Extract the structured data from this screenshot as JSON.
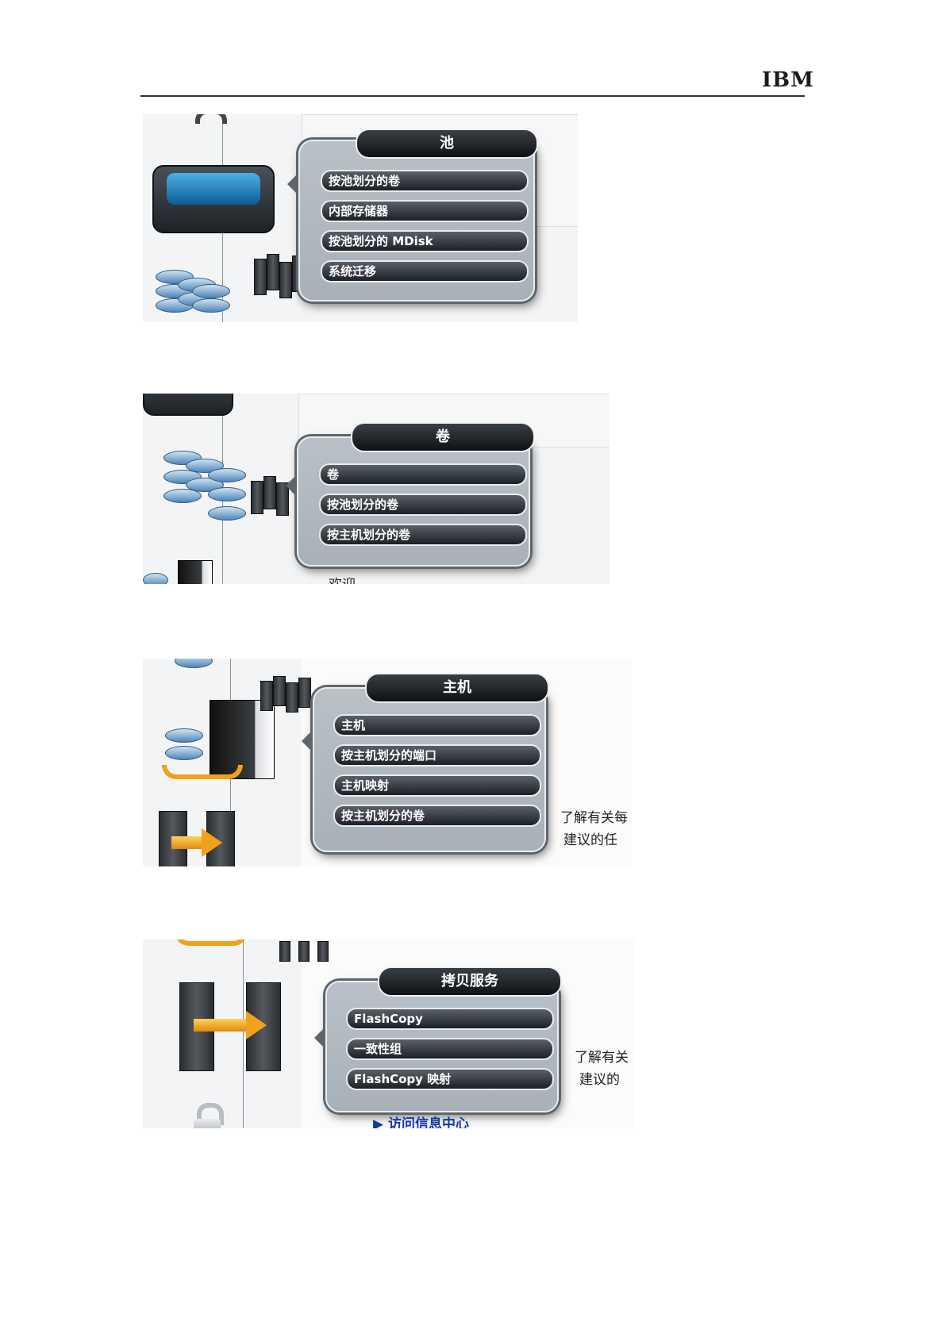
{
  "header": {
    "logo": "IBM"
  },
  "panels": [
    {
      "title": "池",
      "items": [
        "按池划分的卷",
        "内部存储器",
        "按池划分的 MDisk",
        "系统迁移"
      ],
      "icons": [
        "storage-enclosure-icon",
        "database-stack-icon",
        "server-rack-icon"
      ]
    },
    {
      "title": "卷",
      "items": [
        "卷",
        "按池划分的卷",
        "按主机划分的卷"
      ],
      "background_text": "欢迎",
      "icons": [
        "database-stack-icon",
        "server-rack-icon",
        "host-tower-icon"
      ]
    },
    {
      "title": "主机",
      "items": [
        "主机",
        "按主机划分的端口",
        "主机映射",
        "按主机划分的卷"
      ],
      "background_text_1": "了解有关每",
      "background_text_2": "建议的任",
      "icons": [
        "host-tower-icon",
        "database-stack-icon",
        "copy-services-arrow-icon",
        "server-rack-icon"
      ]
    },
    {
      "title": "拷贝服务",
      "items": [
        "FlashCopy",
        "一致性组",
        "FlashCopy 映射"
      ],
      "background_text_1": "了解有关",
      "background_text_2": "建议的",
      "link_text": "访问信息中心",
      "icons": [
        "copy-services-arrow-icon",
        "lock-icon",
        "server-rack-icon"
      ]
    }
  ]
}
